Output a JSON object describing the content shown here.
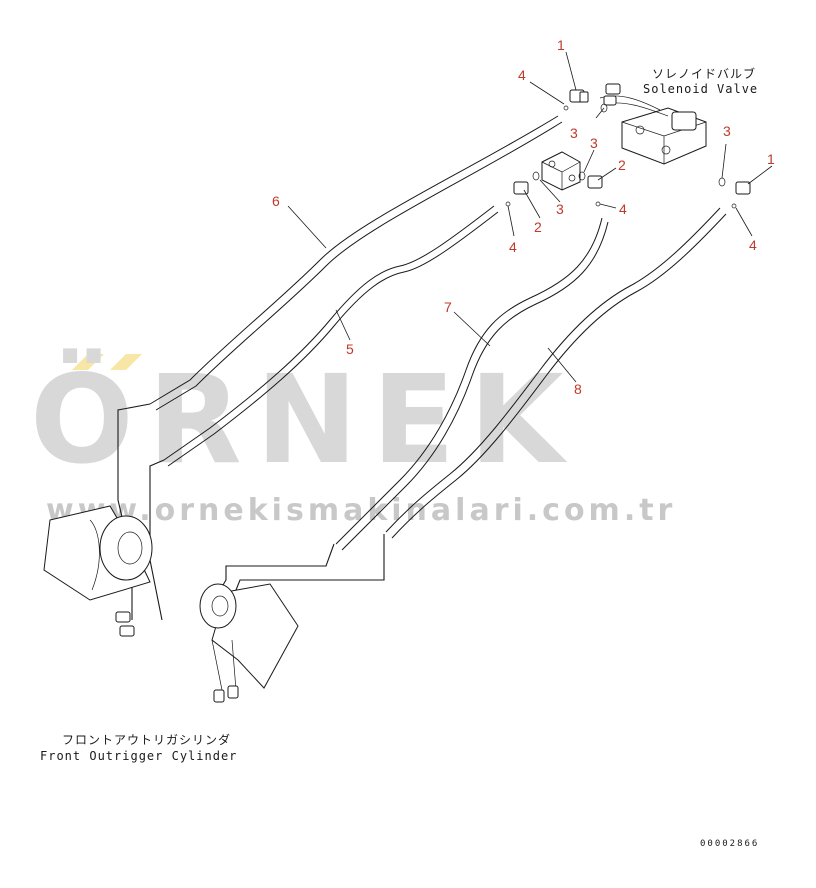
{
  "callouts": {
    "c1a": "1",
    "c1b": "1",
    "c2a": "2",
    "c2b": "2",
    "c3a": "3",
    "c3b": "3",
    "c3c": "3",
    "c3d": "3",
    "c4a": "4",
    "c4b": "4",
    "c4c": "4",
    "c4d": "4",
    "c5": "5",
    "c6": "6",
    "c7": "7",
    "c8": "8"
  },
  "labels": {
    "solenoid_jp": "ソレノイドバルブ",
    "solenoid_en": "Solenoid Valve",
    "cylinder_jp": "フロントアウトリガシリンダ",
    "cylinder_en": "Front Outrigger Cylinder"
  },
  "watermark": {
    "brand": "ÖRNEK",
    "url": "www.ornekismakinalari.com.tr"
  },
  "document_number": "00002866",
  "colors": {
    "callout": "#c0392b",
    "watermark": "#d8d8d8",
    "watermark_accent": "#f7e6a6"
  }
}
